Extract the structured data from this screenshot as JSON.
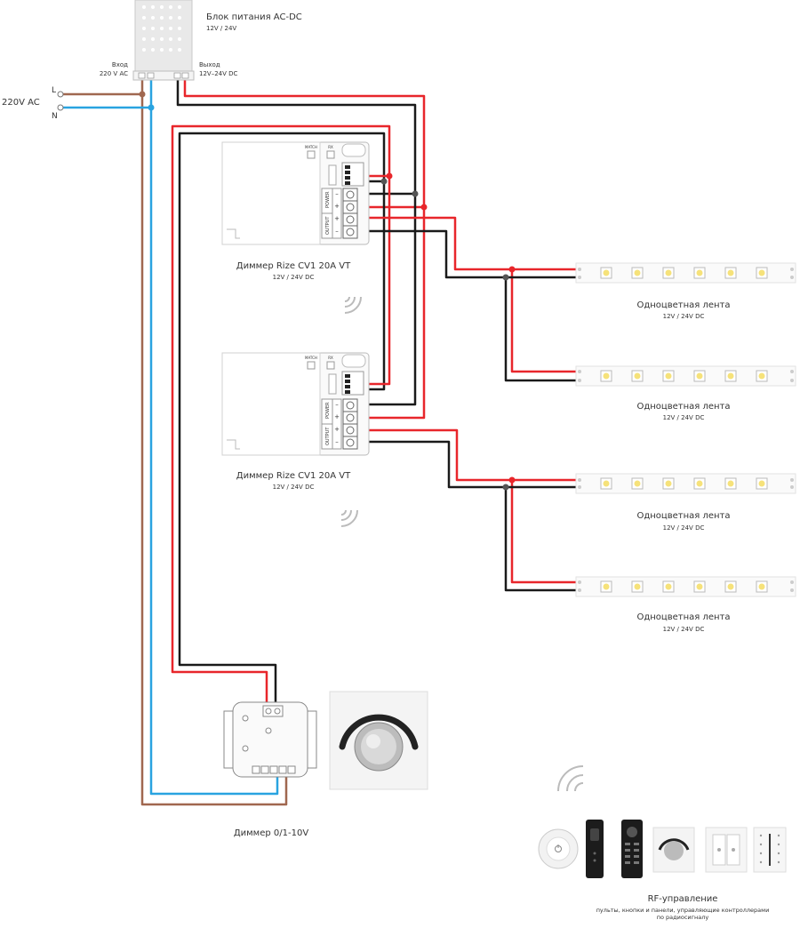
{
  "psu": {
    "title": "Блок питания AC-DC",
    "subtitle": "12V / 24V",
    "input_label": "Вход",
    "input_value": "220 V AC",
    "output_label": "Выход",
    "output_value": "12V–24V DC"
  },
  "mains": {
    "label": "220V AC",
    "l": "L",
    "n": "N"
  },
  "dimmer1": {
    "title": "Диммер Rize CV1 20A VT",
    "subtitle": "12V / 24V DC"
  },
  "dimmer2": {
    "title": "Диммер Rize CV1 20A VT",
    "subtitle": "12V / 24V DC"
  },
  "dimmer_labels": {
    "power": "POWER",
    "output": "OUTPUT",
    "match": "MATCH",
    "rx": "RX",
    "minus": "–",
    "plus": "+"
  },
  "strips": [
    {
      "title": "Одноцветная лента",
      "subtitle": "12V / 24V DC"
    },
    {
      "title": "Одноцветная лента",
      "subtitle": "12V / 24V DC"
    },
    {
      "title": "Одноцветная лента",
      "subtitle": "12V / 24V DC"
    },
    {
      "title": "Одноцветная лента",
      "subtitle": "12V / 24V DC"
    }
  ],
  "dimmer010": {
    "title": "Диммер 0/1-10V"
  },
  "rf": {
    "title": "RF-управление",
    "desc1": "пульты, кнопки и панели, управляющие контроллерами",
    "desc2": "по радиосигналу"
  },
  "colors": {
    "red": "#e8262b",
    "black": "#1a1a1a",
    "blue": "#29a3e0",
    "brown": "#a0674f"
  }
}
